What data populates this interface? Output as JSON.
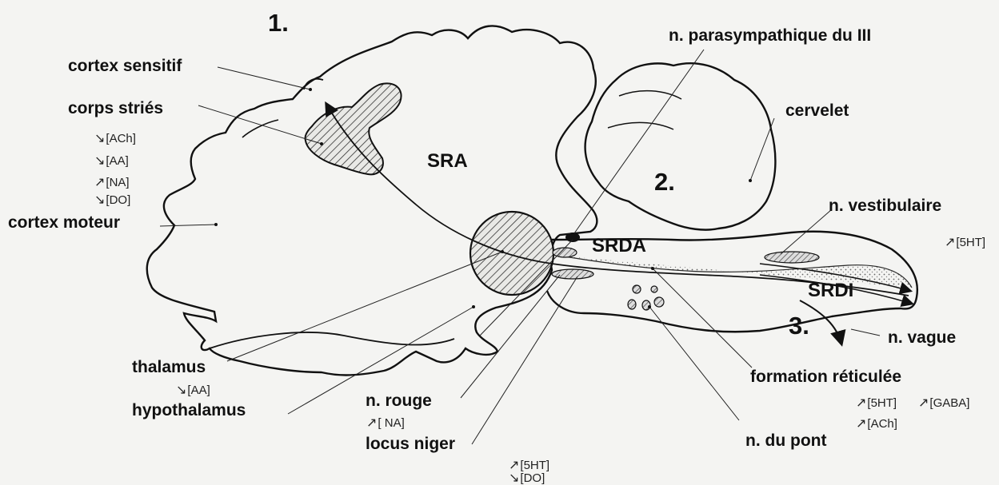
{
  "divisions": {
    "one": "1.",
    "two": "2.",
    "three": "3."
  },
  "systems": {
    "sra": "SRA",
    "srda": "SRDA",
    "srdi": "SRDI"
  },
  "structures": {
    "cortex_sensitif": "cortex sensitif",
    "corps_stries": "corps striés",
    "cortex_moteur": "cortex moteur",
    "thalamus": "thalamus",
    "hypothalamus": "hypothalamus",
    "n_rouge": "n. rouge",
    "locus_niger": "locus niger",
    "n_parasympathique": "n. parasympathique du III",
    "cervelet": "cervelet",
    "n_vestibulaire": "n. vestibulaire",
    "n_vague": "n. vague",
    "formation_reticulee": "formation réticulée",
    "n_du_pont": "n. du pont"
  },
  "neurotransmitters": {
    "striatum": [
      {
        "arrow": "↘",
        "label": "[ACh]"
      },
      {
        "arrow": "↘",
        "label": "[AA]"
      },
      {
        "arrow": "↗",
        "label": "[NA]"
      },
      {
        "arrow": "↘",
        "label": "[DO]"
      }
    ],
    "hypothalamus": {
      "arrow": "↘",
      "label": "[AA]"
    },
    "n_rouge": {
      "arrow": "↗",
      "label": "[ NA]"
    },
    "locus_niger": [
      {
        "arrow": "↗",
        "label": "[5HT]"
      },
      {
        "arrow": "↘",
        "label": "[DO]"
      }
    ],
    "vestibulaire": {
      "arrow": "↗",
      "label": "[5HT]"
    },
    "pont": [
      {
        "arrow": "↗",
        "label": "[5HT]"
      },
      {
        "arrow": "↗",
        "label": "[GABA]"
      },
      {
        "arrow": "↗",
        "label": "[ACh]"
      }
    ]
  }
}
